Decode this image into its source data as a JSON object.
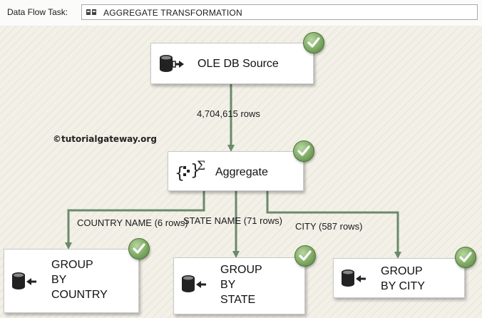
{
  "toolbar": {
    "label": "Data Flow Task:",
    "task_name": "AGGREGATE TRANSFORMATION",
    "icon": "data-flow-task-icon"
  },
  "watermark": "©tutorialgateway.org",
  "nodes": {
    "source": {
      "title": "OLE DB Source",
      "icon": "source-database-icon",
      "status": "success"
    },
    "aggregate": {
      "title": "Aggregate",
      "icon": "aggregate-sigma-icon",
      "status": "success"
    },
    "dest_country": {
      "line1": "GROUP",
      "line2": "BY",
      "line3": "COUNTRY",
      "icon": "destination-database-icon",
      "status": "success"
    },
    "dest_state": {
      "line1": "GROUP",
      "line2": "BY",
      "line3": "STATE",
      "icon": "destination-database-icon",
      "status": "success"
    },
    "dest_city": {
      "line1": "GROUP",
      "line2": "BY CITY",
      "icon": "destination-database-icon",
      "status": "success"
    }
  },
  "edges": {
    "source_to_aggregate": "4,704,615 rows",
    "to_country": "COUNTRY NAME (6 rows)",
    "to_state": "STATE NAME (71 rows)",
    "to_city": "CITY (587 rows)"
  },
  "colors": {
    "connector": "#6b8a6b",
    "success": "#6f9d55"
  }
}
